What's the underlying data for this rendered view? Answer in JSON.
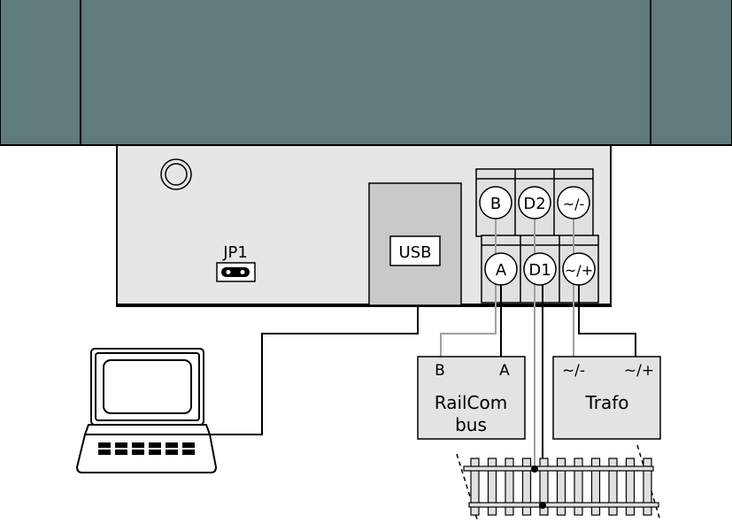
{
  "jumper": {
    "label": "JP1"
  },
  "usb": {
    "label": "USB"
  },
  "terminals": {
    "top": [
      "B",
      "D2",
      "~/-"
    ],
    "bottom": [
      "A",
      "D1",
      "~/+"
    ]
  },
  "railcom_bus": {
    "title_line1": "RailCom",
    "title_line2": "bus",
    "pin_b": "B",
    "pin_a": "A"
  },
  "trafo": {
    "title": "Trafo",
    "pin_minus": "~/-",
    "pin_plus": "~/+"
  },
  "colors": {
    "housing": "#5f7b7b",
    "device_body": "#e6e6e6",
    "box_fill": "#e3e3e3",
    "outline": "#000000",
    "grey_wire": "#a0a0a0"
  }
}
